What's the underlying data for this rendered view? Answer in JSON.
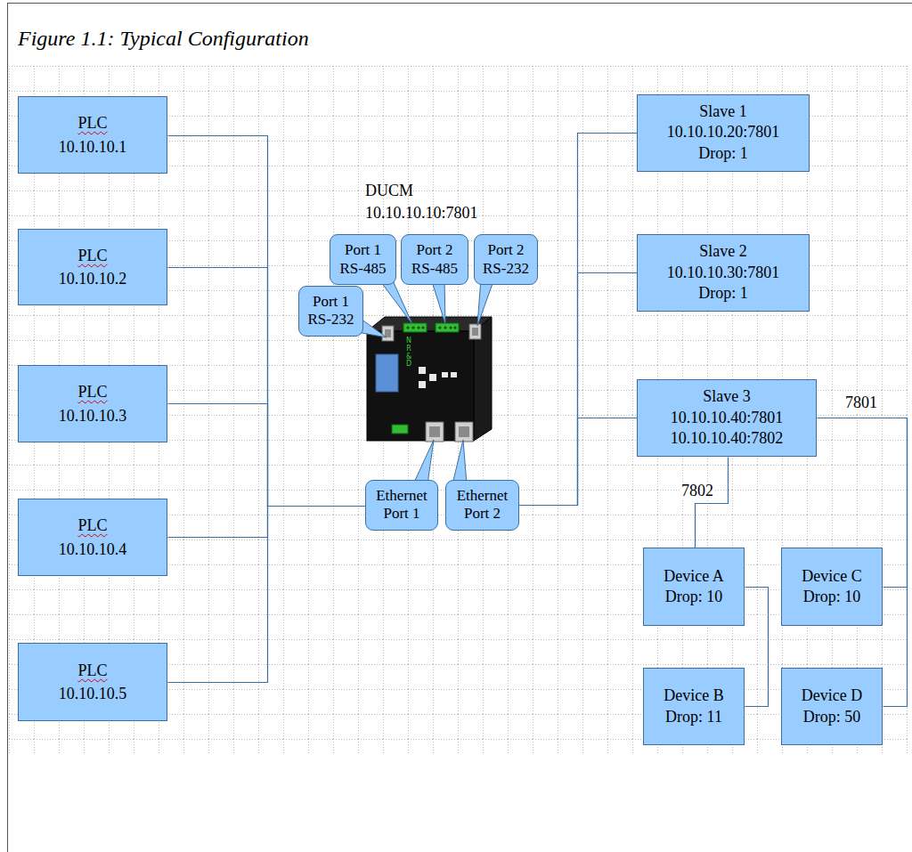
{
  "diagram": {
    "title": "Figure 1.1: Typical Configuration",
    "nodes": [
      {
        "text": [
          "PLC",
          "10.10.10.1"
        ]
      },
      {
        "text": [
          "PLC",
          "10.10.10.2"
        ]
      },
      {
        "text": [
          "PLC",
          "10.10.10.3"
        ]
      },
      {
        "text": [
          "PLC",
          "10.10.10.4"
        ]
      },
      {
        "text": [
          "PLC",
          "10.10.10.5"
        ]
      },
      {
        "text": [
          "Port 1",
          "RS-232"
        ]
      },
      {
        "text": [
          "Port 1",
          "RS-485"
        ]
      },
      {
        "text": [
          "Port 2",
          "RS-485"
        ]
      },
      {
        "text": [
          "Port 2",
          "RS-232"
        ]
      },
      {
        "text": [
          "Ethernet",
          "Port 1"
        ]
      },
      {
        "text": [
          "Ethernet",
          "Port 2"
        ]
      },
      {
        "text": [
          "Slave 1",
          "10.10.10.20:7801",
          "Drop: 1"
        ]
      },
      {
        "text": [
          "Slave 2",
          "10.10.10.30:7801",
          "Drop: 1"
        ]
      },
      {
        "text": [
          "Slave 3",
          "10.10.10.40:7801",
          "10.10.10.40:7802"
        ]
      },
      {
        "text": [
          "Device A",
          "Drop: 10"
        ]
      },
      {
        "text": [
          "Device B",
          "Drop: 11"
        ]
      },
      {
        "text": [
          "Device C",
          "Drop: 10"
        ]
      },
      {
        "text": [
          "Device D",
          "Drop: 50"
        ]
      }
    ],
    "edges": [
      {
        "from": 0,
        "to": 9,
        "arrow": "none"
      },
      {
        "from": 1,
        "to": 9,
        "arrow": "none"
      },
      {
        "from": 2,
        "to": 9,
        "arrow": "none"
      },
      {
        "from": 3,
        "to": 9,
        "arrow": "none"
      },
      {
        "from": 4,
        "to": 9,
        "arrow": "none"
      },
      {
        "from": 10,
        "to": 11,
        "arrow": "none"
      },
      {
        "from": 10,
        "to": 12,
        "arrow": "none"
      },
      {
        "from": 10,
        "to": 13,
        "arrow": "none"
      },
      {
        "from": 13,
        "to": 14,
        "label": "7802",
        "arrow": "none"
      },
      {
        "from": 14,
        "to": 15,
        "arrow": "none"
      },
      {
        "from": 13,
        "to": 16,
        "label": "7801",
        "arrow": "none"
      },
      {
        "from": 13,
        "to": 17,
        "arrow": "none"
      }
    ],
    "labels": [
      "DUCM",
      "10.10.10.10:7801",
      "NR&D"
    ]
  }
}
